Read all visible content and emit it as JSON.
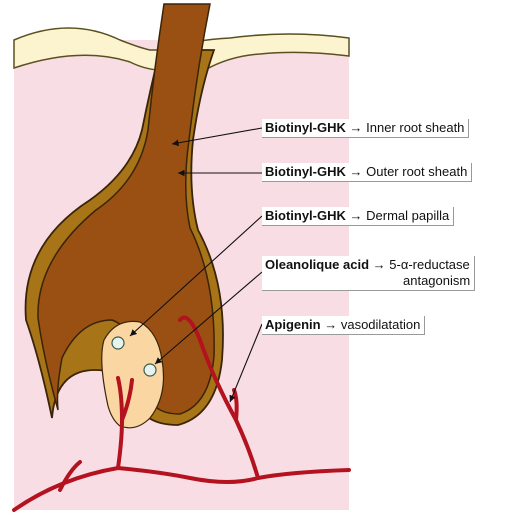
{
  "colors": {
    "dermis": "#f9dde4",
    "epidermis": "#fbf4cf",
    "epidermis_outline": "#5a5020",
    "hair_shaft": "#9a5012",
    "follicle_sheath": "#a87418",
    "papilla": "#fad6a2",
    "blood_vessel": "#b3121e",
    "outline": "#3a2408"
  },
  "labels": [
    {
      "bold": "Biotinyl-GHK",
      "arrow": " → ",
      "text": "Inner root sheath"
    },
    {
      "bold": "Biotinyl-GHK",
      "arrow": " → ",
      "text": "Outer root sheath"
    },
    {
      "bold": "Biotinyl-GHK",
      "arrow": " → ",
      "text": "Dermal papilla"
    },
    {
      "bold": "Oleanolique acid",
      "arrow": " → ",
      "text": "5-α-reductase",
      "text2": "antagonism"
    },
    {
      "bold": "Apigenin",
      "arrow": " → ",
      "text": "vasodilatation"
    }
  ]
}
